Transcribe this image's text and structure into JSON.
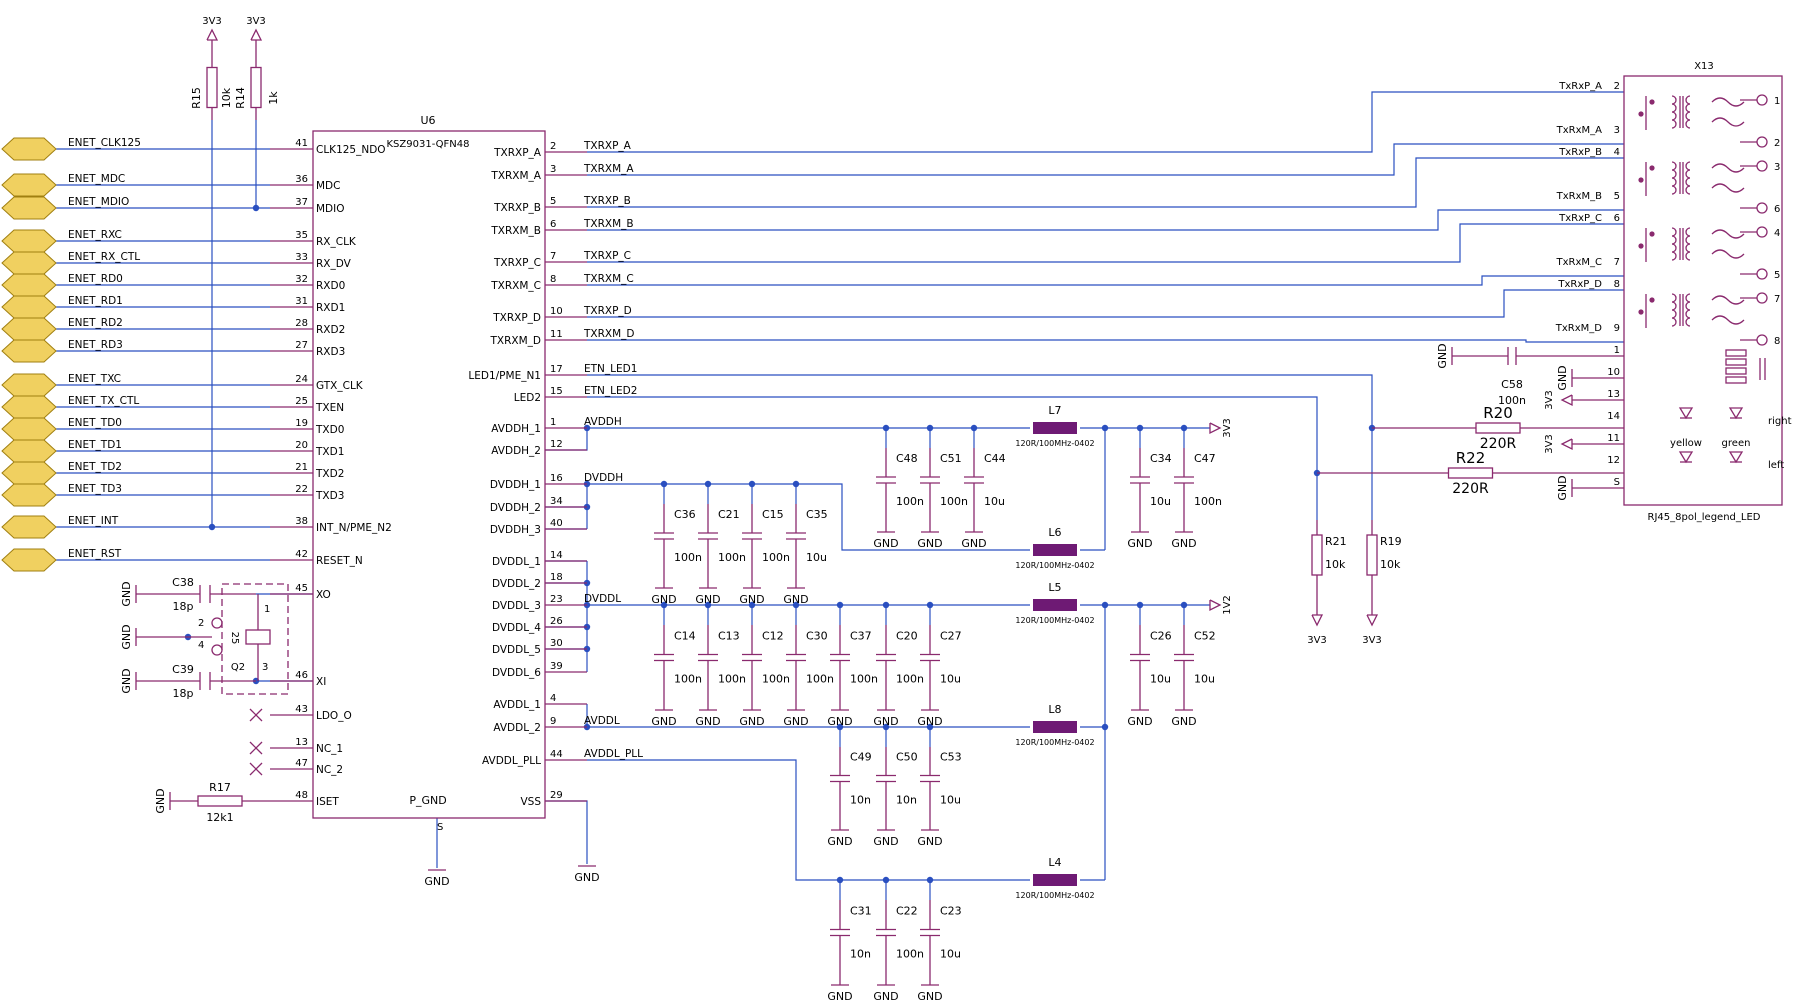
{
  "pwr": {
    "v33": "3V3",
    "v12": "1V2",
    "gnd": "GND"
  },
  "u6": {
    "ref": "U6",
    "part": "KSZ9031-QFN48",
    "pgnd": "P_GND",
    "s": "S"
  },
  "x13": {
    "ref": "X13",
    "part": "RJ45_8pol_legend_LED",
    "yellow": "yellow",
    "green": "green",
    "right": "right",
    "left": "left",
    "s": "S"
  },
  "ports": [
    "ENET_CLK125",
    "ENET_MDC",
    "ENET_MDIO",
    "ENET_RXC",
    "ENET_RX_CTL",
    "ENET_RD0",
    "ENET_RD1",
    "ENET_RD2",
    "ENET_RD3",
    "ENET_TXC",
    "ENET_TX_CTL",
    "ENET_TD0",
    "ENET_TD1",
    "ENET_TD2",
    "ENET_TD3",
    "ENET_INT",
    "ENET_RST"
  ],
  "leftPins": [
    [
      "CLK125_NDO",
      "41"
    ],
    [
      "MDC",
      "36"
    ],
    [
      "MDIO",
      "37"
    ],
    [
      "RX_CLK",
      "35"
    ],
    [
      "RX_DV",
      "33"
    ],
    [
      "RXD0",
      "32"
    ],
    [
      "RXD1",
      "31"
    ],
    [
      "RXD2",
      "28"
    ],
    [
      "RXD3",
      "27"
    ],
    [
      "GTX_CLK",
      "24"
    ],
    [
      "TXEN",
      "25"
    ],
    [
      "TXD0",
      "19"
    ],
    [
      "TXD1",
      "20"
    ],
    [
      "TXD2",
      "21"
    ],
    [
      "TXD3",
      "22"
    ],
    [
      "INT_N/PME_N2",
      "38"
    ],
    [
      "RESET_N",
      "42"
    ],
    [
      "XO",
      "45"
    ],
    [
      "XI",
      "46"
    ],
    [
      "LDO_O",
      "43"
    ],
    [
      "NC_1",
      "13"
    ],
    [
      "NC_2",
      "47"
    ],
    [
      "ISET",
      "48"
    ]
  ],
  "rightPins": [
    [
      "TXRXP_A",
      "2",
      "TXRXP_A"
    ],
    [
      "TXRXM_A",
      "3",
      "TXRXM_A"
    ],
    [
      "TXRXP_B",
      "5",
      "TXRXP_B"
    ],
    [
      "TXRXM_B",
      "6",
      "TXRXM_B"
    ],
    [
      "TXRXP_C",
      "7",
      "TXRXP_C"
    ],
    [
      "TXRXM_C",
      "8",
      "TXRXM_C"
    ],
    [
      "TXRXP_D",
      "10",
      "TXRXP_D"
    ],
    [
      "TXRXM_D",
      "11",
      "TXRXM_D"
    ],
    [
      "LED1/PME_N1",
      "17",
      "ETN_LED1"
    ],
    [
      "LED2",
      "15",
      "ETN_LED2"
    ],
    [
      "AVDDH_1",
      "1",
      "AVDDH"
    ],
    [
      "AVDDH_2",
      "12",
      ""
    ],
    [
      "DVDDH_1",
      "16",
      "DVDDH"
    ],
    [
      "DVDDH_2",
      "34",
      ""
    ],
    [
      "DVDDH_3",
      "40",
      ""
    ],
    [
      "DVDDL_1",
      "14",
      ""
    ],
    [
      "DVDDL_2",
      "18",
      ""
    ],
    [
      "DVDDL_3",
      "23",
      "DVDDL"
    ],
    [
      "DVDDL_4",
      "26",
      ""
    ],
    [
      "DVDDL_5",
      "30",
      ""
    ],
    [
      "DVDDL_6",
      "39",
      ""
    ],
    [
      "AVDDL_1",
      "4",
      ""
    ],
    [
      "AVDDL_2",
      "9",
      "AVDDL"
    ],
    [
      "AVDDL_PLL",
      "44",
      "AVDDL_PLL"
    ],
    [
      "VSS",
      "29",
      ""
    ]
  ],
  "rjPins": [
    [
      "TxRxP_A",
      "2"
    ],
    [
      "TxRxM_A",
      "3"
    ],
    [
      "TxRxP_B",
      "4"
    ],
    [
      "TxRxM_B",
      "5"
    ],
    [
      "TxRxP_C",
      "6"
    ],
    [
      "TxRxM_C",
      "7"
    ],
    [
      "TxRxP_D",
      "8"
    ],
    [
      "TxRxM_D",
      "9"
    ],
    [
      "",
      "1"
    ],
    [
      "",
      "10"
    ],
    [
      "",
      "13"
    ],
    [
      "",
      "14"
    ],
    [
      "",
      "11"
    ],
    [
      "",
      "12"
    ],
    [
      "",
      "S"
    ]
  ],
  "rjContacts": [
    "1",
    "2",
    "3",
    "6",
    "4",
    "5",
    "7",
    "8"
  ],
  "resistors": {
    "r15": [
      "R15",
      "10k"
    ],
    "r14": [
      "R14",
      "1k"
    ],
    "r17": [
      "R17",
      "12k1"
    ],
    "r20": [
      "R20",
      "220R"
    ],
    "r22": [
      "R22",
      "220R"
    ],
    "r21": [
      "R21",
      "10k"
    ],
    "r19": [
      "R19",
      "10k"
    ]
  },
  "xtal": {
    "ref": "Q2",
    "val": "25",
    "pins": [
      "1",
      "2",
      "4",
      "3"
    ]
  },
  "caps": {
    "c38": [
      "C38",
      "18p"
    ],
    "c39": [
      "C39",
      "18p"
    ],
    "c58": [
      "C58",
      "100n"
    ],
    "row1": [
      [
        "C48",
        "100n"
      ],
      [
        "C51",
        "100n"
      ],
      [
        "C44",
        "10u"
      ],
      [
        "C34",
        "10u"
      ],
      [
        "C47",
        "100n"
      ]
    ],
    "row2": [
      [
        "C36",
        "100n"
      ],
      [
        "C21",
        "100n"
      ],
      [
        "C15",
        "100n"
      ],
      [
        "C35",
        "10u"
      ]
    ],
    "row3": [
      [
        "C14",
        "100n"
      ],
      [
        "C13",
        "100n"
      ],
      [
        "C12",
        "100n"
      ],
      [
        "C30",
        "100n"
      ],
      [
        "C37",
        "100n"
      ],
      [
        "C20",
        "100n"
      ],
      [
        "C27",
        "10u"
      ],
      [
        "C26",
        "10u"
      ],
      [
        "C52",
        "10u"
      ]
    ],
    "row4": [
      [
        "C49",
        "10n"
      ],
      [
        "C50",
        "10n"
      ],
      [
        "C53",
        "10u"
      ]
    ],
    "row5": [
      [
        "C31",
        "10n"
      ],
      [
        "C22",
        "100n"
      ],
      [
        "C23",
        "10u"
      ]
    ]
  },
  "inductors": {
    "spec": "120R/100MHz-0402",
    "names": [
      "L7",
      "L6",
      "L5",
      "L8",
      "L4"
    ]
  }
}
